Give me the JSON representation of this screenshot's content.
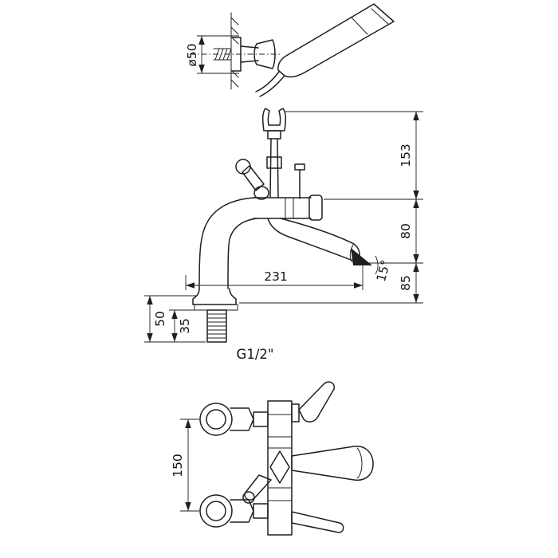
{
  "drawing": {
    "background": "#ffffff",
    "line_color": "#1f1f1f",
    "views": {
      "detail": "handshower-wall-bracket-detail",
      "side": "deck-mounted-mixer-side-view",
      "front": "wall-mounted-mixer-front-view"
    }
  },
  "dimensions": {
    "detail_diameter": "ø50",
    "side_height_top": "153",
    "side_height_mid": "80",
    "side_height_bottom": "85",
    "side_reach": "231",
    "spout_angle": "15°",
    "base_height": "50",
    "base_inner_height": "35",
    "thread_size": "G1/2\"",
    "front_centers": "150"
  }
}
